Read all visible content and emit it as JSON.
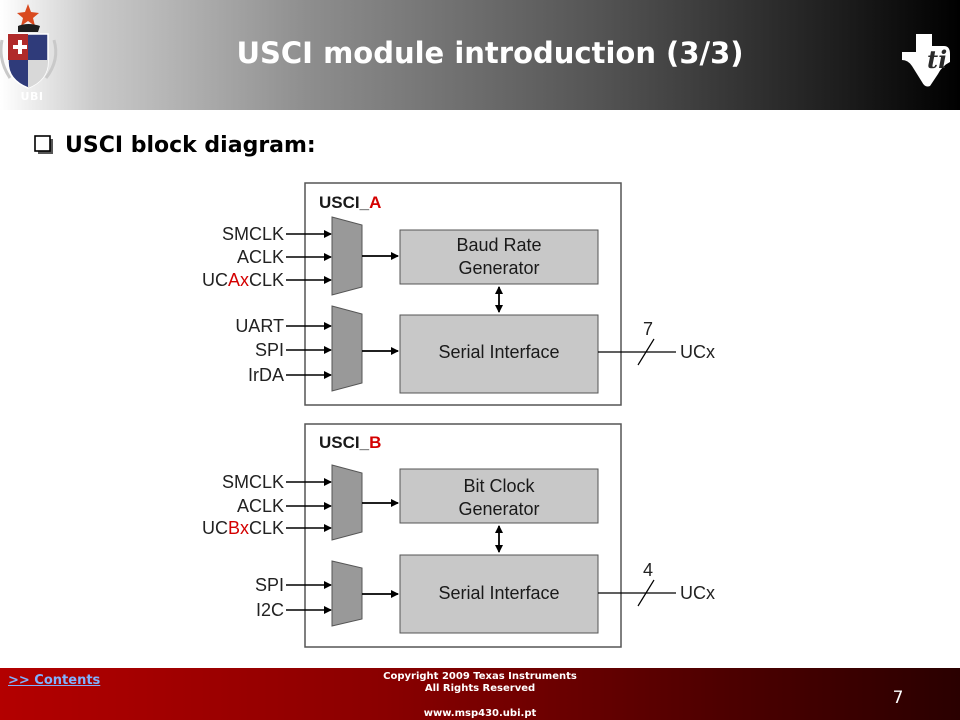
{
  "header": {
    "title": "USCI module introduction (3/3)",
    "logo_left_text": "UBI",
    "logo_right_icon": "ti-logo-icon",
    "colors": {
      "gradient_light": "#ffffff",
      "gradient_dark": "#000000"
    }
  },
  "content": {
    "bullet_icon": "checkbox-bullet-icon",
    "bullet_text": "USCI block diagram:"
  },
  "diagram": {
    "usci_a": {
      "title_prefix": "USCI_",
      "title_suffix": "A",
      "clock_inputs": [
        {
          "pre": "SMCLK",
          "hl": "",
          "post": ""
        },
        {
          "pre": "ACLK",
          "hl": "",
          "post": ""
        },
        {
          "pre": "UC",
          "hl": "Ax",
          "post": "CLK"
        }
      ],
      "mode_inputs": [
        "UART",
        "SPI",
        "IrDA"
      ],
      "block_top_line1": "Baud Rate",
      "block_top_line2": "Generator",
      "block_bottom": "Serial Interface",
      "bus_width": "7",
      "output": "UCx"
    },
    "usci_b": {
      "title_prefix": "USCI_",
      "title_suffix": "B",
      "clock_inputs": [
        {
          "pre": "SMCLK",
          "hl": "",
          "post": ""
        },
        {
          "pre": "ACLK",
          "hl": "",
          "post": ""
        },
        {
          "pre": "UC",
          "hl": "Bx",
          "post": "CLK"
        }
      ],
      "mode_inputs": [
        "SPI",
        "I2C"
      ],
      "block_top_line1": "Bit Clock",
      "block_top_line2": "Generator",
      "block_bottom": "Serial Interface",
      "bus_width": "4",
      "output": "UCx"
    },
    "colors": {
      "highlight": "#d40000",
      "block_fill": "#c8c8c8",
      "mux_fill": "#999999"
    }
  },
  "footer": {
    "contents_link": ">> Contents",
    "copyright_line1": "Copyright  2009 Texas Instruments",
    "copyright_line2": "All Rights Reserved",
    "website": "www.msp430.ubi.pt",
    "page_number": "7"
  }
}
